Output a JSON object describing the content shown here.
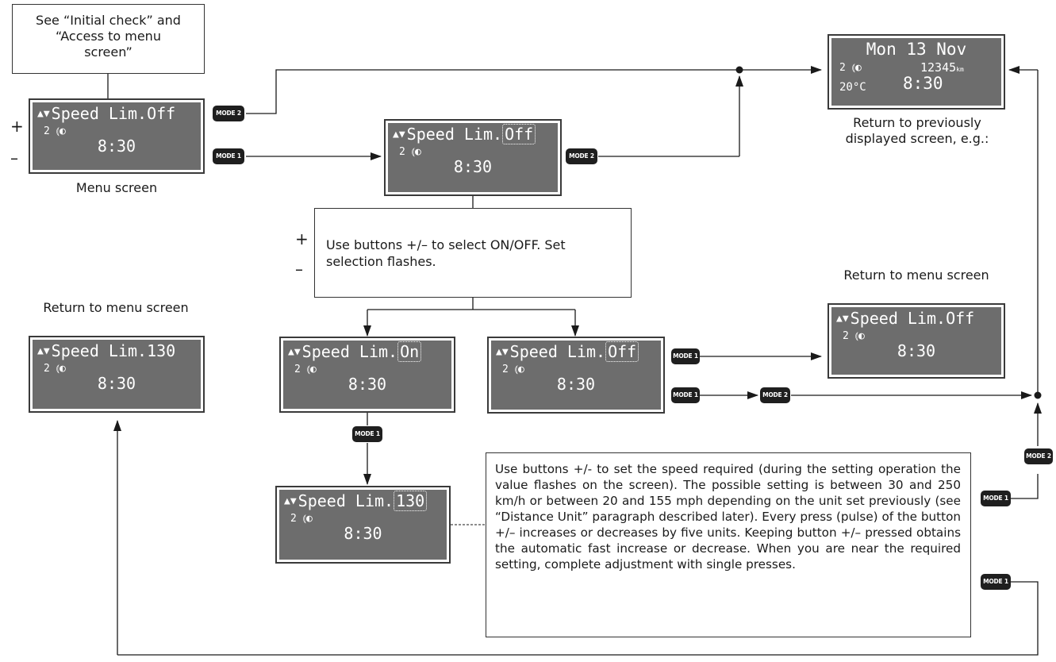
{
  "notes": {
    "start": "See “Initial check” and “Access to menu screen”",
    "select": "Use buttons +/– to select ON/OFF. Set selection flashes.",
    "speed": "Use buttons +/- to set the speed required (during the setting operation the value flashes on the screen). The possible setting is between 30 and 250 km/h or between 20 and 155 mph depending on the unit set previously (see “Distance Unit” paragraph described later). Every press (pulse) of the button +/– increases or decreases by five units. Keeping button +/– pressed obtains the automatic fast increase or decrease. When you are near the required setting, complete adjustment with single presses."
  },
  "captions": {
    "menu": "Menu screen",
    "return_prev": "Return to previously displayed screen, e.g.:",
    "return_menu_right": "Return to menu screen",
    "return_menu_left": "Return to menu screen"
  },
  "signs": {
    "plus": "+",
    "minus": "–"
  },
  "displays": {
    "menu": {
      "prefix": "Speed Lim.",
      "value": "Off",
      "gear": "2",
      "time": "8:30"
    },
    "off_flash": {
      "prefix": "Speed Lim.",
      "value": "Off",
      "gear": "2",
      "time": "8:30"
    },
    "prev": {
      "line1": "Mon 13 Nov",
      "gear": "2",
      "odometer": "12345",
      "odo_unit": "km",
      "temp": "20°C",
      "time": "8:30"
    },
    "return_right": {
      "prefix": "Speed Lim.",
      "value": "Off",
      "gear": "2",
      "time": "8:30"
    },
    "return_left": {
      "prefix": "Speed Lim.",
      "value": "130",
      "gear": "2",
      "time": "8:30"
    },
    "on_flash": {
      "prefix": "Speed Lim.",
      "value": "On",
      "gear": "2",
      "time": "8:30"
    },
    "off_flash2": {
      "prefix": "Speed Lim.",
      "value": "Off",
      "gear": "2",
      "time": "8:30"
    },
    "speed_flash": {
      "prefix": "Speed Lim.",
      "value": "130",
      "gear": "2",
      "time": "8:30"
    }
  },
  "buttons": {
    "mode1": "MODE 1",
    "mode2": "MODE 2"
  }
}
